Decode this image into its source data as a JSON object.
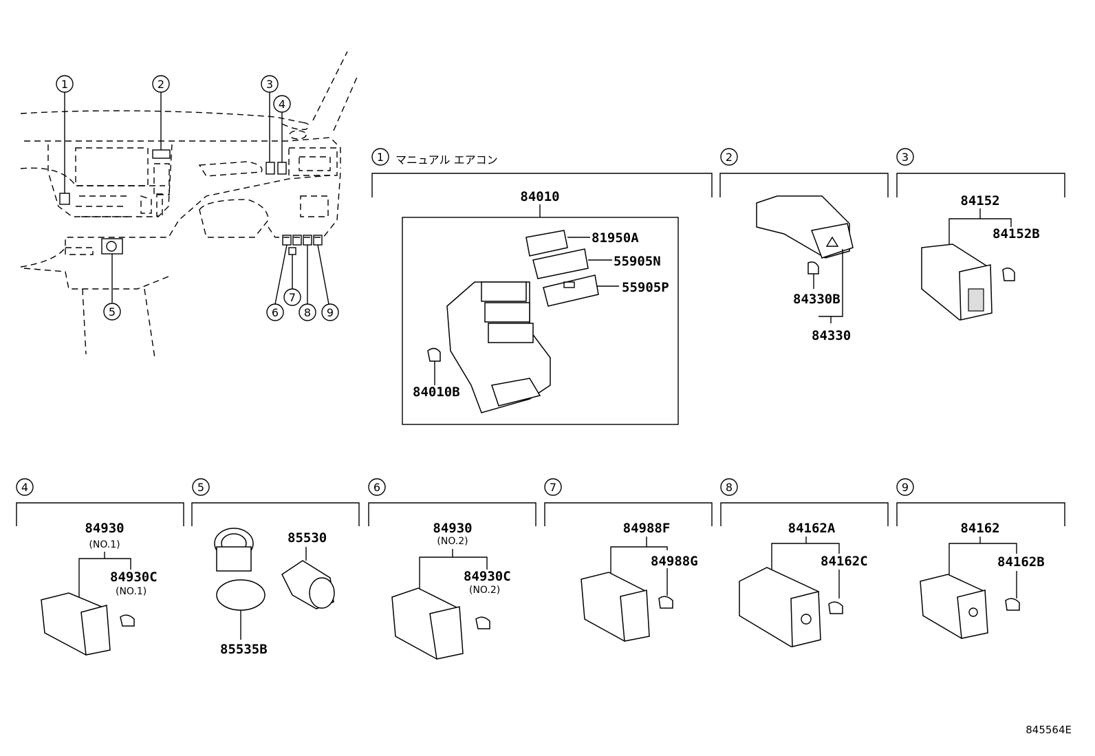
{
  "figure_id": "845564E",
  "locator_callouts": [
    "1",
    "2",
    "3",
    "4",
    "5",
    "6",
    "7",
    "8",
    "9"
  ],
  "panels": [
    {
      "callout": "1",
      "title": "マニュアル エアコン",
      "parts": [
        "84010",
        "81950A",
        "55905N",
        "55905P",
        "84010B"
      ]
    },
    {
      "callout": "2",
      "parts": [
        "84330B",
        "84330"
      ]
    },
    {
      "callout": "3",
      "parts": [
        "84152",
        "84152B"
      ]
    },
    {
      "callout": "4",
      "parts": [
        "84930",
        "(NO.1)",
        "84930C",
        "(NO.1)"
      ]
    },
    {
      "callout": "5",
      "parts": [
        "85530",
        "85535B"
      ]
    },
    {
      "callout": "6",
      "parts": [
        "84930",
        "(NO.2)",
        "84930C",
        "(NO.2)"
      ]
    },
    {
      "callout": "7",
      "parts": [
        "84988F",
        "84988G"
      ]
    },
    {
      "callout": "8",
      "parts": [
        "84162A",
        "84162C"
      ]
    },
    {
      "callout": "9",
      "parts": [
        "84162",
        "84162B"
      ]
    }
  ]
}
